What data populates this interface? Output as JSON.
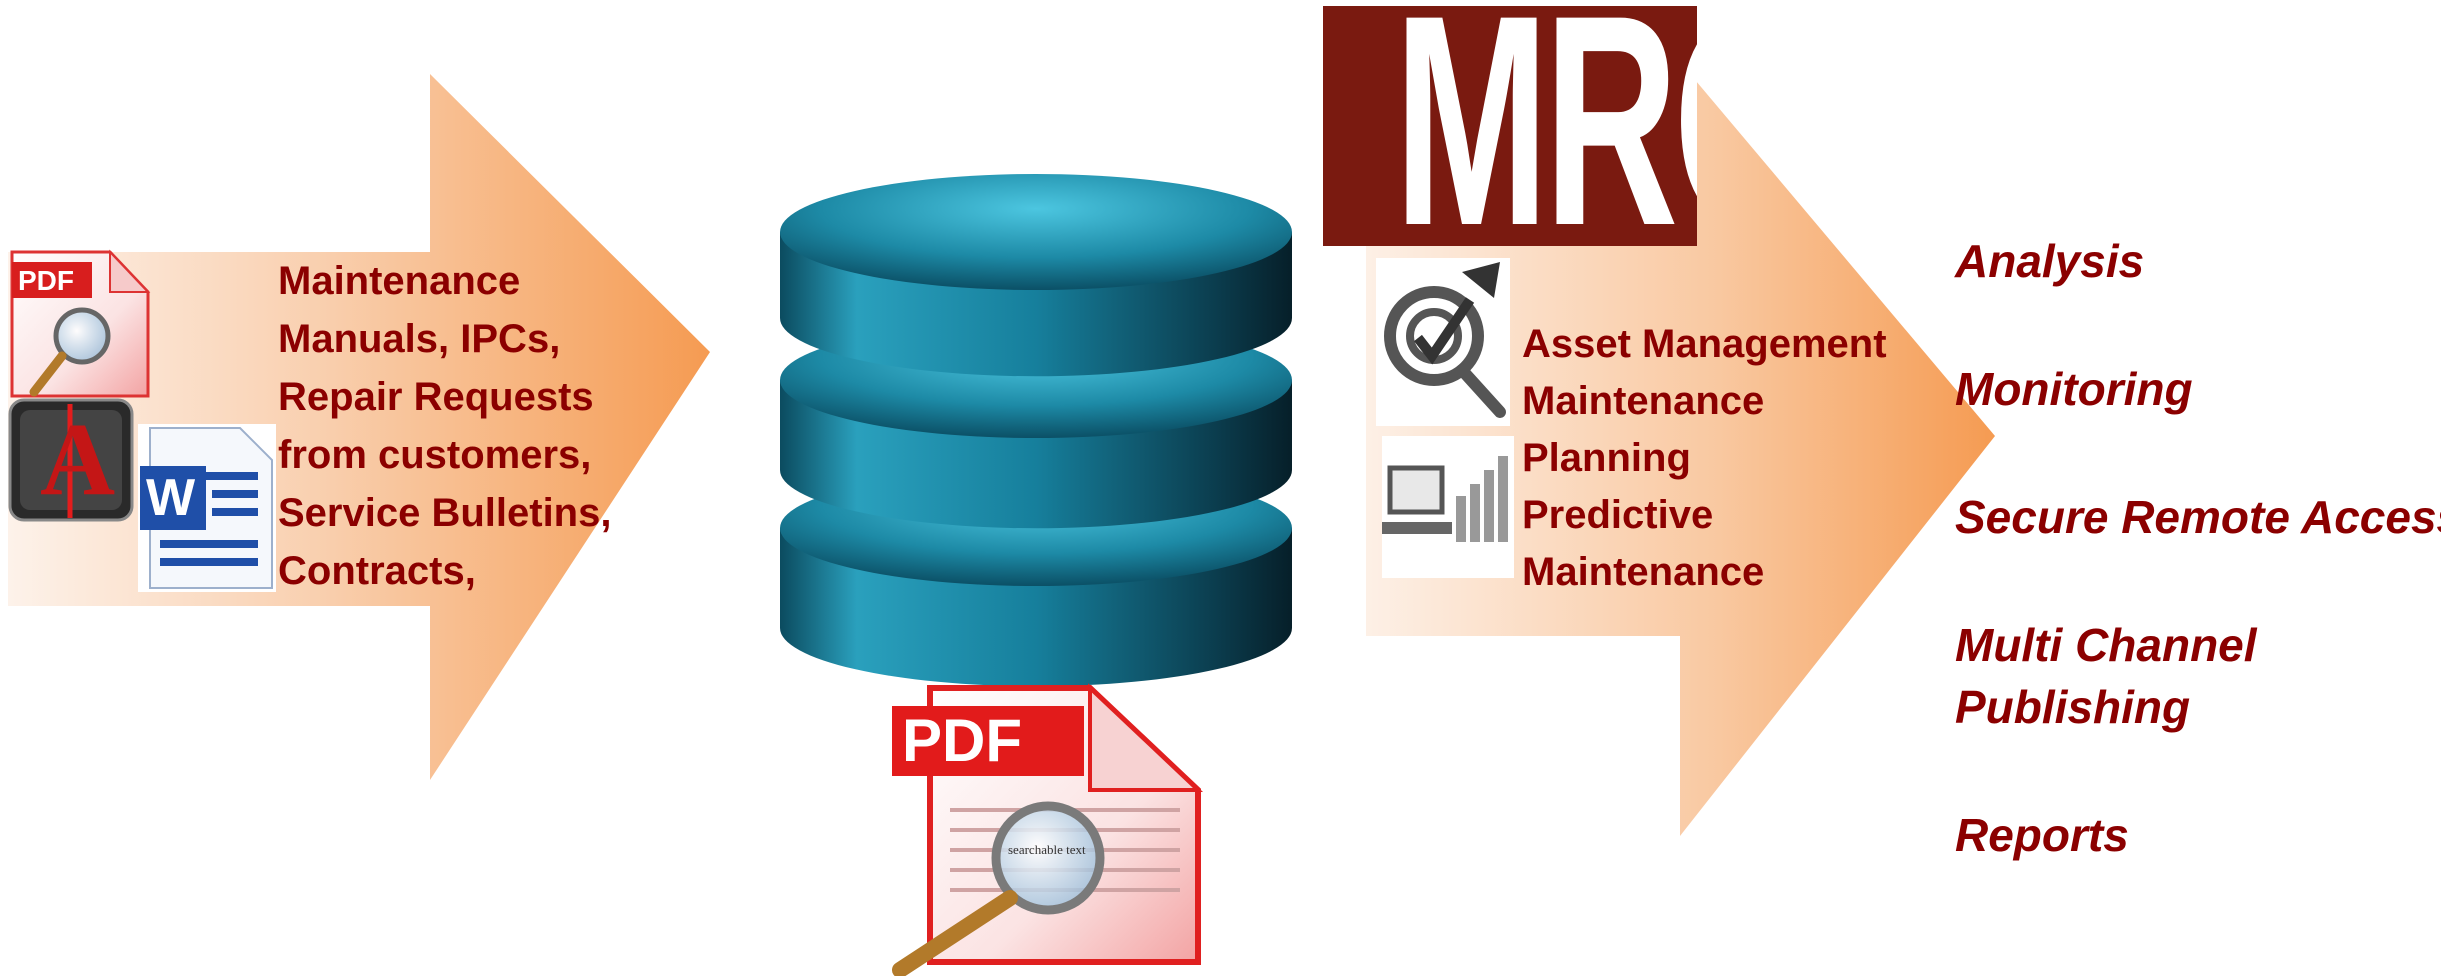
{
  "inputs": {
    "lines": [
      "Maintenance",
      "Manuals, IPCs,",
      "Repair Requests",
      "from customers,",
      "Service Bulletins,",
      "Contracts,"
    ]
  },
  "mro_logo": {
    "text": "MRO"
  },
  "mro_functions": {
    "lines": [
      "Asset Management",
      "Maintenance",
      "Planning",
      "Predictive",
      "Maintenance"
    ]
  },
  "outputs": [
    {
      "label": "Analysis"
    },
    {
      "label": "Monitoring"
    },
    {
      "label": "Secure Remote Access"
    },
    {
      "label": "Multi Channel",
      "label2": "Publishing"
    },
    {
      "label": "Reports"
    }
  ],
  "icons": {
    "pdf_badge": "PDF",
    "word_badge": "W",
    "acrobat_badge": "A",
    "pdf_large_badge": "PDF",
    "searchable_caption": "searchable text"
  },
  "colors": {
    "text": "#8b0000",
    "arrow_light": "#fbe9de",
    "arrow_dark": "#f6a15a",
    "db_top": "#3ab6d4",
    "db_side_dark": "#0a3a4a"
  }
}
